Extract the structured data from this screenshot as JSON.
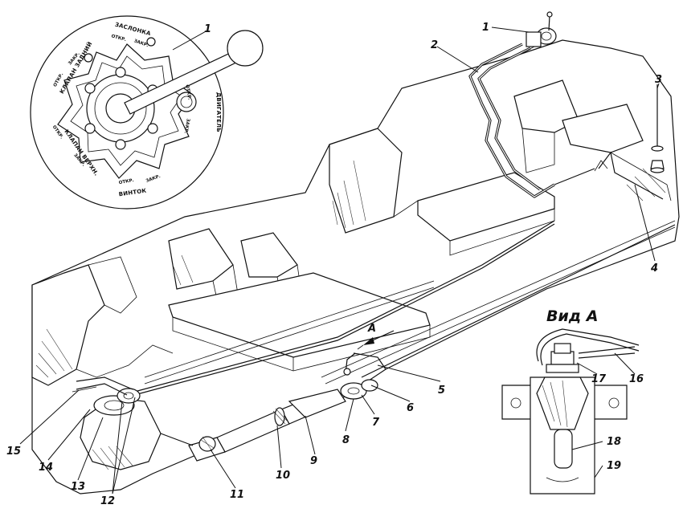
{
  "dial": {
    "sectors": [
      {
        "id": "zaslonka",
        "title": "ЗАСЛОНКА",
        "opt1": "ОТКР.",
        "opt2": "ЗАКР."
      },
      {
        "id": "dvigatel",
        "title": "ДВИГАТЕЛЬ",
        "opt1": "ОТКР.",
        "opt2": "ЗАКР."
      },
      {
        "id": "vintok",
        "title": "ВИНТОК",
        "opt1": "ОТКР.",
        "opt2": "ЗАКР."
      },
      {
        "id": "klapan-vercn",
        "title": "КЛАПАН ВЕРХН.",
        "opt1": "ОТКР.",
        "opt2": "ЗАКР."
      },
      {
        "id": "klapan-zadn",
        "title": "КЛАПАН ЗАДНИЙ",
        "opt1": "ОТКР.",
        "opt2": "ЗАКР."
      }
    ]
  },
  "view_a": {
    "title": "Вид А"
  },
  "callouts": {
    "c1a": "1",
    "c1b": "1",
    "c2": "2",
    "c3": "3",
    "c4": "4",
    "c5": "5",
    "c6": "6",
    "c7": "7",
    "c8": "8",
    "c9": "9",
    "c10": "10",
    "c11": "11",
    "c12": "12",
    "c13": "13",
    "c14": "14",
    "c15": "15",
    "c16": "16",
    "c17": "17",
    "c18": "18",
    "c19": "19"
  },
  "arrow_label": "А"
}
